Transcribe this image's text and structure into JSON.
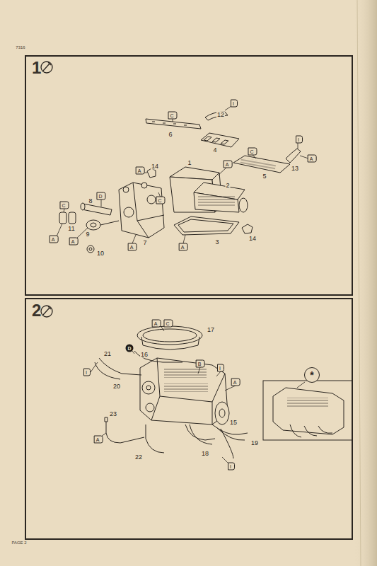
{
  "diagram": {
    "nodes": [
      {
        "text": [
          "1"
        ]
      },
      {
        "text": [
          "2"
        ]
      }
    ],
    "labels": [
      "7316",
      "C",
      "I",
      "12",
      "6",
      "I",
      "4",
      "C",
      "A",
      "A",
      "A",
      "14",
      "1",
      "13",
      "5",
      "C",
      "2",
      "D",
      "C",
      "8",
      "11",
      "9",
      "7",
      "3",
      "14",
      "A",
      "A",
      "A",
      "A",
      "10",
      "A",
      "C",
      "17",
      "D",
      "21",
      "B",
      "16",
      "I",
      "I",
      "*",
      "20",
      "A",
      "23",
      "15",
      "19",
      "A",
      "18",
      "22",
      "I",
      "PAGE 2"
    ]
  }
}
